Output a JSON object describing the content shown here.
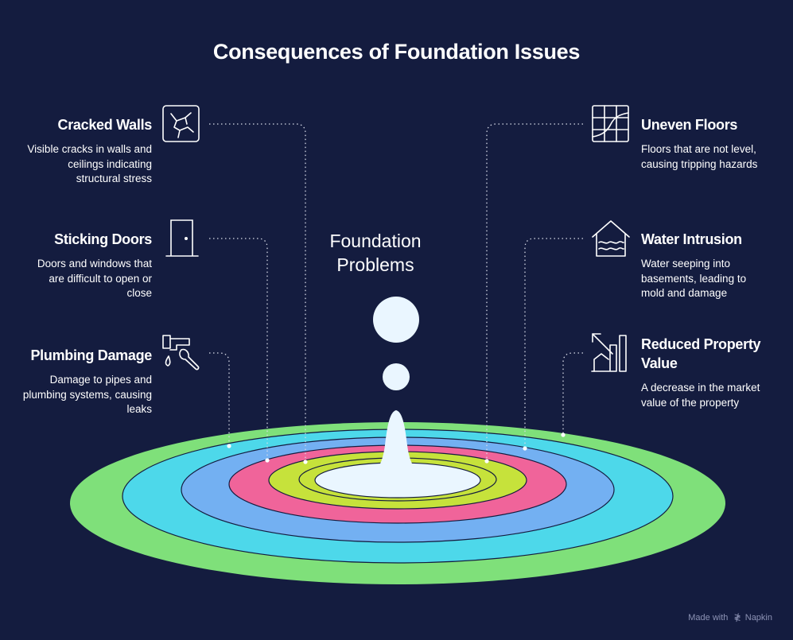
{
  "title": "Consequences of Foundation Issues",
  "center": {
    "line1": "Foundation",
    "line2": "Problems"
  },
  "left_items": [
    {
      "title": "Cracked Walls",
      "desc_lines": [
        "Visible cracks in walls and",
        "ceilings indicating",
        "structural stress"
      ],
      "icon": "cracked-wall-icon"
    },
    {
      "title": "Sticking Doors",
      "desc_lines": [
        "Doors and windows that",
        "are difficult to open or",
        "close"
      ],
      "icon": "door-icon"
    },
    {
      "title": "Plumbing Damage",
      "desc_lines": [
        "Damage to pipes and",
        "plumbing systems, causing",
        "leaks"
      ],
      "icon": "faucet-wrench-icon"
    }
  ],
  "right_items": [
    {
      "title": "Uneven Floors",
      "desc_lines": [
        "Floors that are not level,",
        "causing tripping hazards"
      ],
      "icon": "uneven-floor-icon"
    },
    {
      "title": "Water Intrusion",
      "desc_lines": [
        "Water seeping into",
        "basements, leading to",
        "mold and damage"
      ],
      "icon": "flooded-house-icon"
    },
    {
      "title_lines": [
        "Reduced Property",
        "Value"
      ],
      "desc_lines": [
        "A decrease in the market",
        "value of the property"
      ],
      "icon": "declining-value-icon"
    }
  ],
  "ring_colors": [
    "#7fe07a",
    "#4dd8ea",
    "#73b0f2",
    "#f0649a",
    "#c6e23b",
    "#eaf6ff"
  ],
  "footer": {
    "made_with": "Made with",
    "brand": "Napkin"
  }
}
